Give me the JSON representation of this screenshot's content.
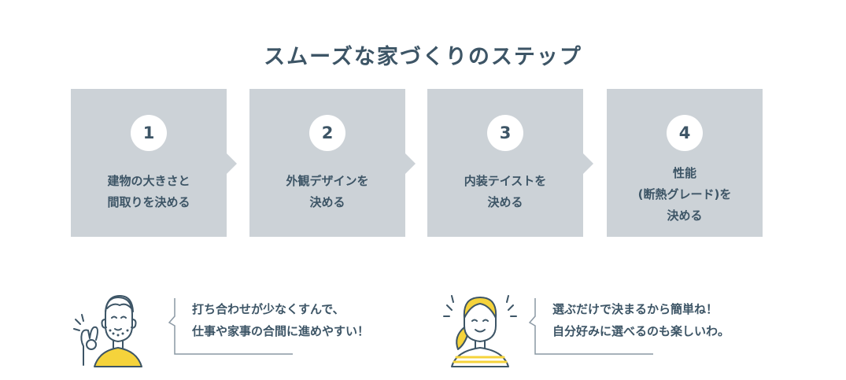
{
  "title": "スムーズな家づくりのステップ",
  "steps": [
    {
      "number": "1",
      "lines": [
        "建物の大きさと",
        "間取りを決める"
      ]
    },
    {
      "number": "2",
      "lines": [
        "外観デザインを",
        "決める"
      ]
    },
    {
      "number": "3",
      "lines": [
        "内装テイストを",
        "決める"
      ]
    },
    {
      "number": "4",
      "lines": [
        "性能",
        "(断熱グレード)を",
        "決める"
      ]
    }
  ],
  "testimonials": [
    {
      "lines": [
        "打ち合わせが少なくすんで、",
        "仕事や家事の合間に進めやすい！"
      ],
      "icon": "man-ok-gesture-icon"
    },
    {
      "lines": [
        "選ぶだけで決まるから簡単ね！",
        "自分好みに選べるのも楽しいわ。"
      ],
      "icon": "woman-smiling-icon"
    }
  ],
  "colors": {
    "box": "#ccd2d7",
    "text": "#3d5566",
    "accent_yellow": "#f5d33b",
    "line": "#8a98a3"
  }
}
